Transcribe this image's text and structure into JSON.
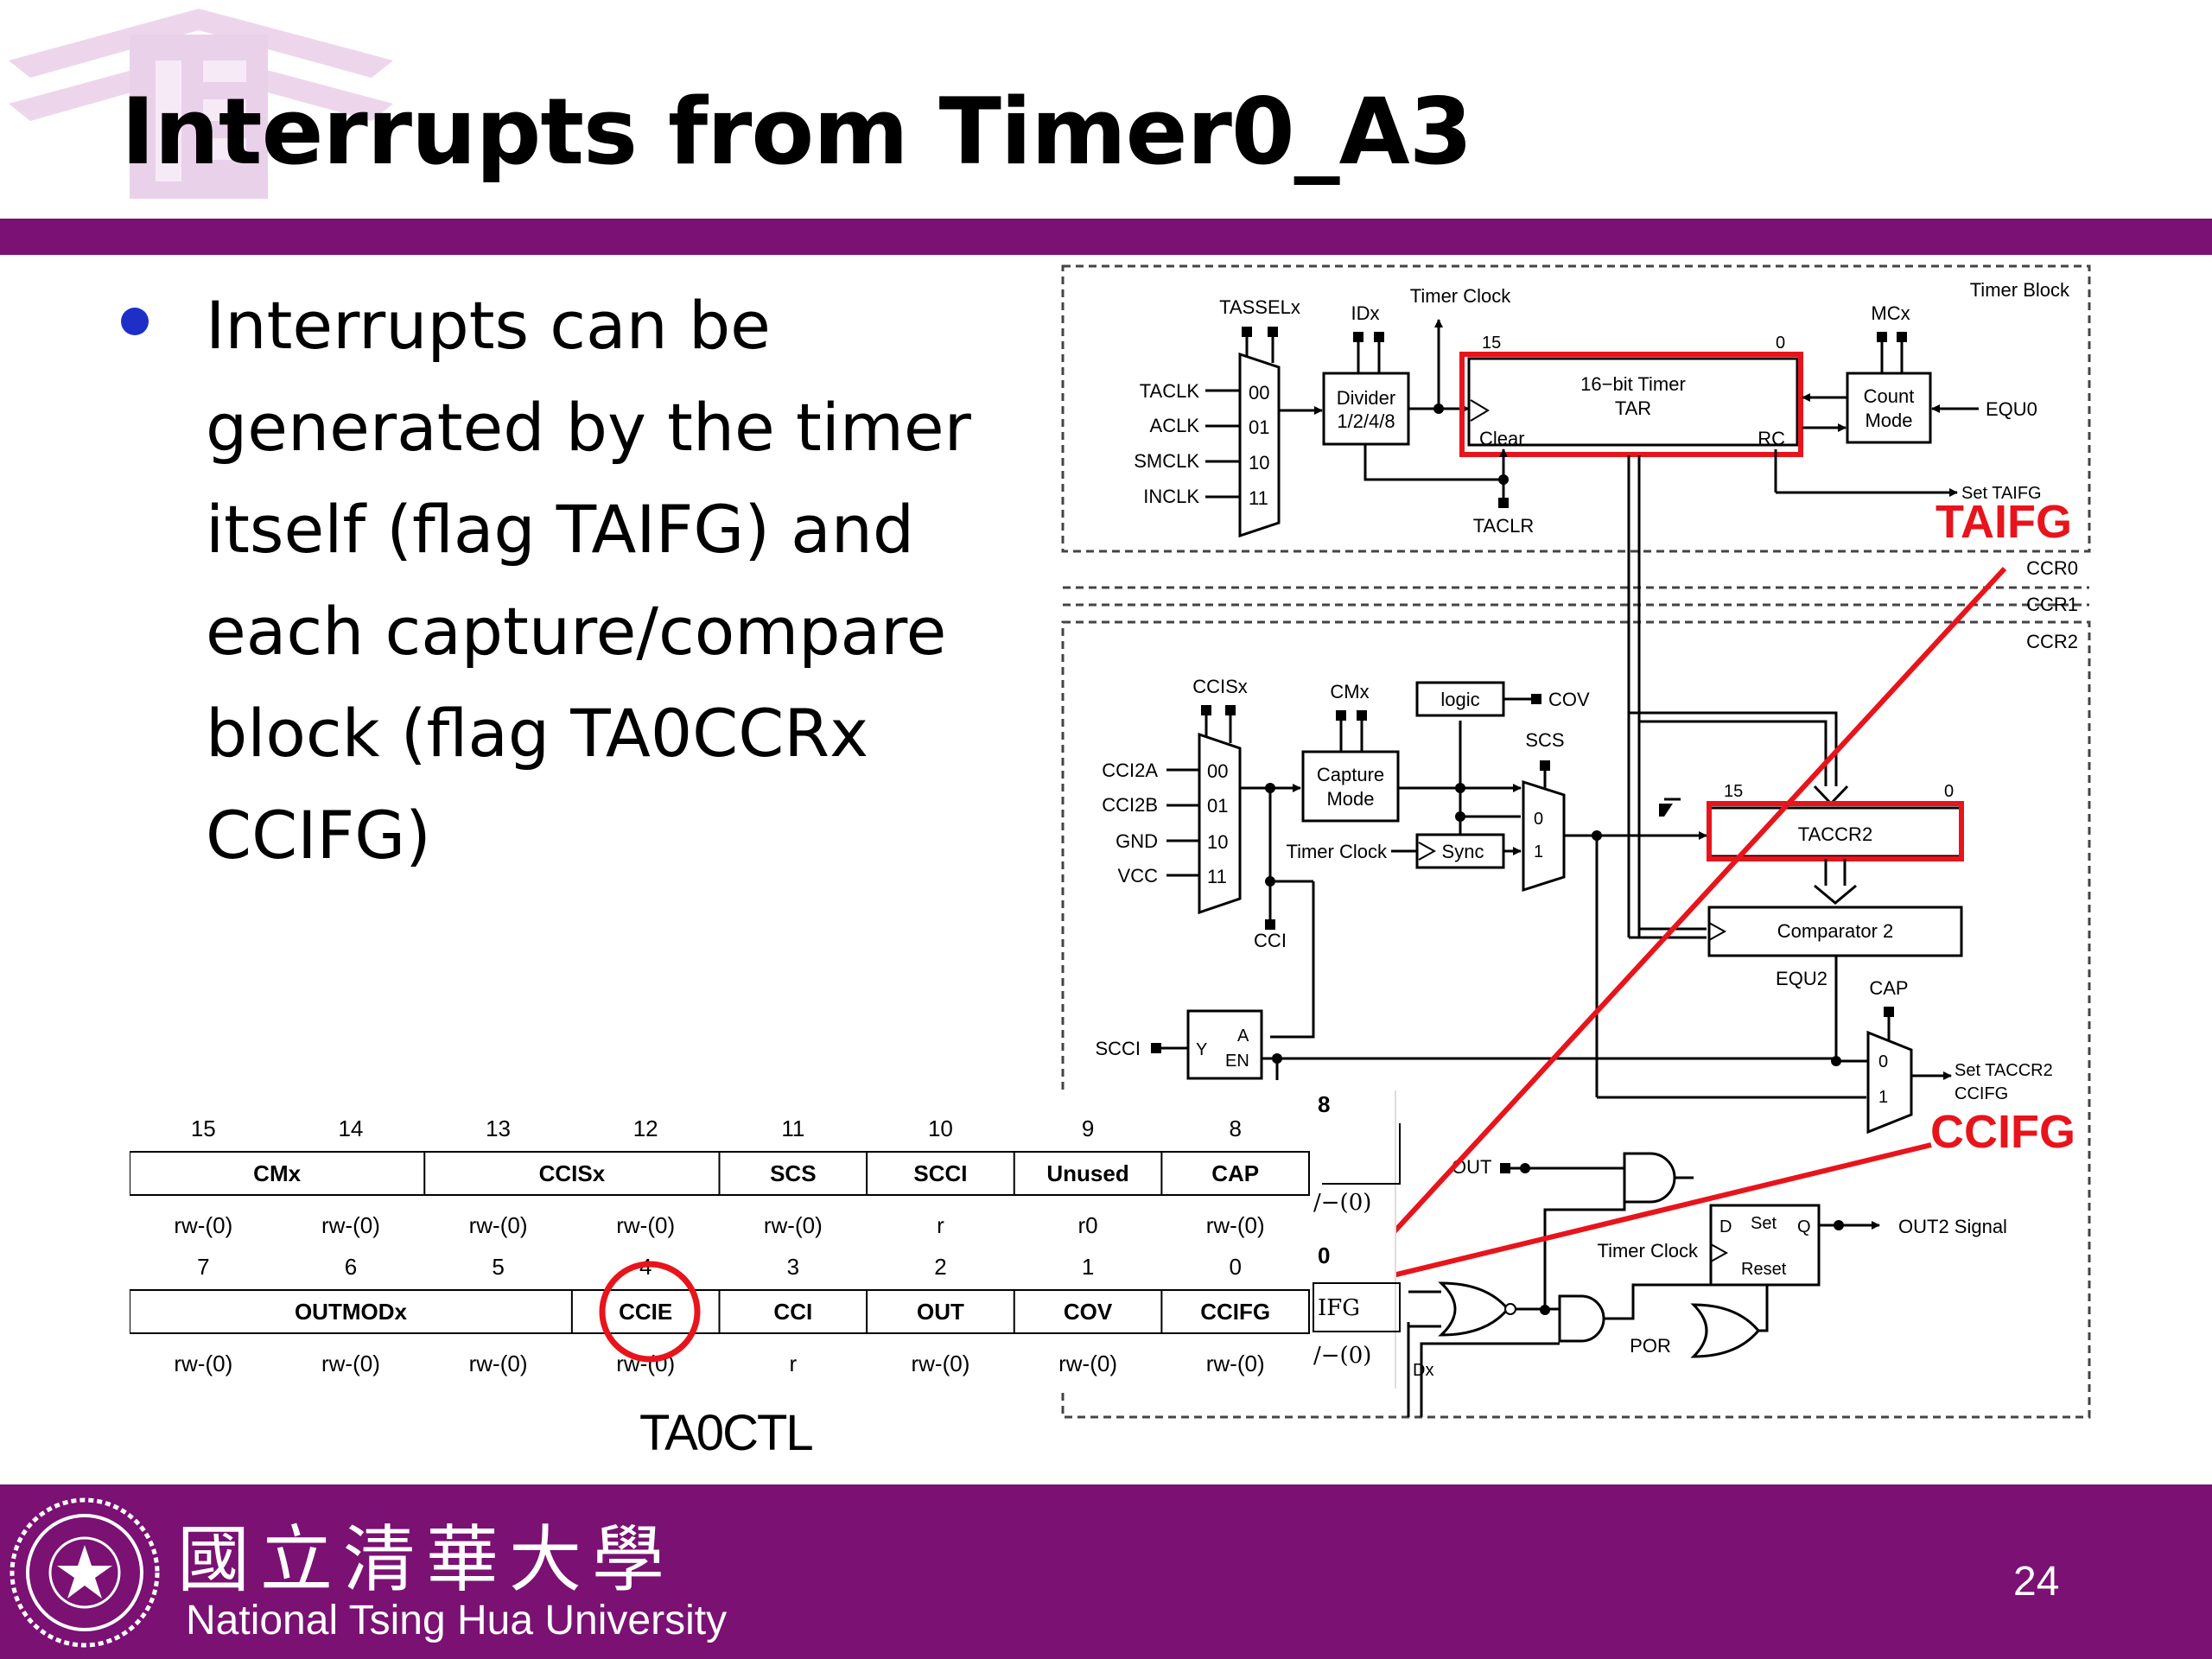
{
  "slide": {
    "title": "Interrupts from Timer0_A3",
    "bullet": "Interrupts can be generated by the timer itself (flag TAIFG) and each capture/compare block (flag TA0CCRx CCIFG)",
    "caption": "TA0CTL",
    "page_number": "24"
  },
  "footer": {
    "chinese_name": "國立清華大學",
    "english_name": "National Tsing Hua University"
  },
  "colors": {
    "brand_purple": "#7a1173",
    "accent_red": "#e8141b",
    "bullet_blue": "#1d2fc7"
  },
  "diagram": {
    "timer_block": {
      "block_label": "Timer Block",
      "tassel": "TASSELx",
      "idx": "IDx",
      "timer_clock": "Timer Clock",
      "mcx": "MCx",
      "inputs": [
        "TACLK",
        "ACLK",
        "SMCLK",
        "INCLK"
      ],
      "mux_codes": [
        "00",
        "01",
        "10",
        "11"
      ],
      "divider": [
        "Divider",
        "1/2/4/8"
      ],
      "bit15": "15",
      "bit0": "0",
      "timer_name": [
        "16−bit Timer",
        "TAR"
      ],
      "clear": "Clear",
      "rc": "RC",
      "count_mode": [
        "Count",
        "Mode"
      ],
      "equ0": "EQU0",
      "set_taifg": "Set TAIFG",
      "taclr": "TACLR",
      "taifg_callout": "TAIFG"
    },
    "ccr_labels": [
      "CCR0",
      "CCR1",
      "CCR2"
    ],
    "ccr_block": {
      "ccisx": "CCISx",
      "cmx": "CMx",
      "logic": "logic",
      "cov": "COV",
      "scs": "SCS",
      "inputs": [
        "CCI2A",
        "CCI2B",
        "GND",
        "VCC"
      ],
      "mux_codes": [
        "00",
        "01",
        "10",
        "11"
      ],
      "capture_mode": [
        "Capture",
        "Mode"
      ],
      "timer_clock": "Timer Clock",
      "sync": "Sync",
      "sel0": "0",
      "sel1": "1",
      "cci": "CCI",
      "bit15": "15",
      "bit0": "0",
      "taccr2": "TACCR2",
      "comparator": "Comparator 2",
      "equ2": "EQU2",
      "cap": "CAP",
      "scci": "SCCI",
      "latch_y": "Y",
      "latch_a": "A",
      "latch_en": "EN",
      "set_taccr2_ccifg": [
        "Set TACCR2",
        "CCIFG"
      ],
      "ccifg_callout": "CCIFG",
      "out": "OUT",
      "d": "D",
      "set": "Set",
      "q": "Q",
      "reset": "Reset",
      "out2_signal": "OUT2 Signal",
      "timer_clock2": "Timer Clock",
      "por": "POR",
      "dx": "Dx",
      "partial_hidden": [
        "8",
        "0",
        "/−(0)",
        "/−(0)",
        "IFG"
      ]
    }
  },
  "register": {
    "upper": {
      "bits": [
        "15",
        "14",
        "13",
        "12",
        "11",
        "10",
        "9",
        "8"
      ],
      "fields": [
        "CMx",
        "CCISx",
        "SCS",
        "SCCI",
        "Unused",
        "CAP"
      ],
      "access": [
        "rw-(0)",
        "rw-(0)",
        "rw-(0)",
        "rw-(0)",
        "rw-(0)",
        "r",
        "r0",
        "rw-(0)"
      ]
    },
    "lower": {
      "bits": [
        "7",
        "6",
        "5",
        "4",
        "3",
        "2",
        "1",
        "0"
      ],
      "fields": [
        "OUTMODx",
        "CCIE",
        "CCI",
        "OUT",
        "COV",
        "CCIFG"
      ],
      "access": [
        "rw-(0)",
        "rw-(0)",
        "rw-(0)",
        "rw-(0)",
        "r",
        "rw-(0)",
        "rw-(0)",
        "rw-(0)"
      ]
    }
  }
}
